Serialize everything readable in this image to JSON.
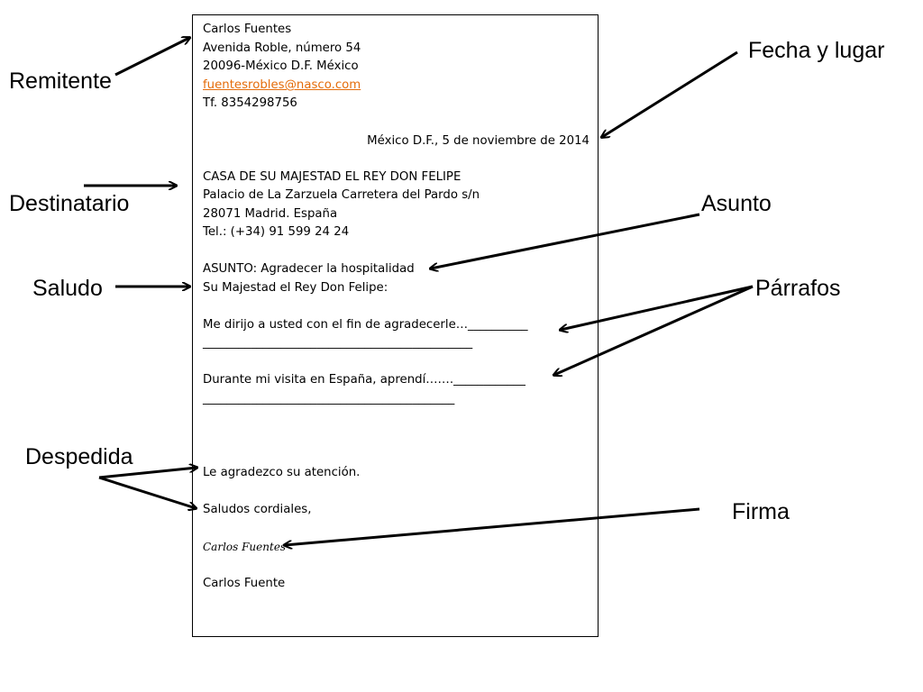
{
  "letter": {
    "sender": {
      "name": "Carlos Fuentes",
      "address": "Avenida Roble, número 54",
      "city": "20096-México D.F. México",
      "email": "fuentesrobles@nasco.com",
      "phone": "Tf. 8354298756"
    },
    "date": "México D.F., 5 de noviembre de 2014",
    "recipient": {
      "name": "CASA DE SU MAJESTAD EL REY DON FELIPE",
      "address": "Palacio de La Zarzuela Carretera del Pardo s/n",
      "city": "28071 Madrid. España",
      "phone": "Tel.: (+34) 91 599 24 24"
    },
    "subject": "ASUNTO: Agradecer la hospitalidad",
    "greeting": "Su Majestad el Rey Don Felipe:",
    "paragraph1": "Me dirijo a usted con el fin de agradecerle…__________",
    "paragraph1_line2": "_____________________________________________",
    "paragraph2": "Durante mi visita en España, aprendí…….____________",
    "paragraph2_line2": "__________________________________________",
    "closing1": "Le agradezco su atención.",
    "closing2": "Saludos cordiales,",
    "signature": "Carlos Fuentes",
    "printed_name": "Carlos Fuente"
  },
  "labels": {
    "sender": "Remitente",
    "date_place": "Fecha y lugar",
    "recipient": "Destinatario",
    "subject": "Asunto",
    "greeting": "Saludo",
    "paragraphs": "Párrafos",
    "closing": "Despedida",
    "signature": "Firma"
  },
  "colors": {
    "email": "#e46c0a",
    "arrow": "#000000"
  }
}
